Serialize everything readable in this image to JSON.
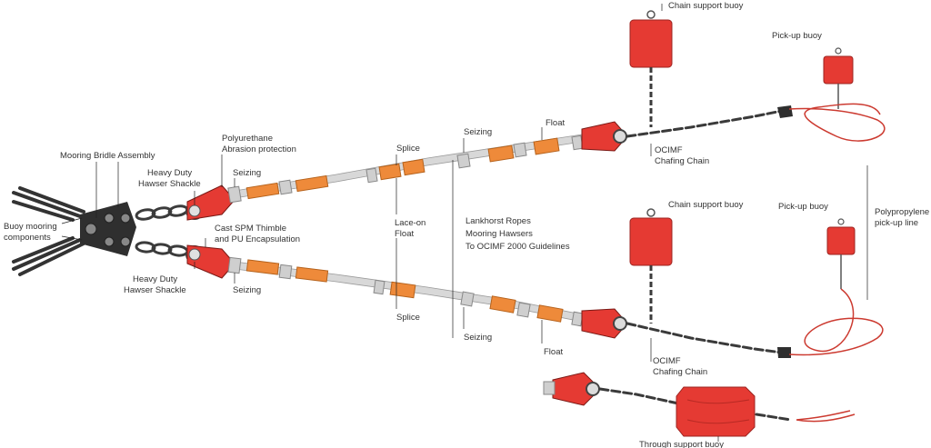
{
  "colors": {
    "buoy_red": "#e53a33",
    "float_orange": "#ee8a3a",
    "chain": "#3b3b3b",
    "rope": "#d8d8d8",
    "pickup_line": "#cc3a30",
    "label_text": "#333333"
  },
  "labels": {
    "mooring_bridle_assembly": "Mooring Bridle Assembly",
    "buoy_mooring_components_1": "Buoy mooring",
    "buoy_mooring_components_2": "components",
    "heavy_duty_top_1": "Heavy Duty",
    "heavy_duty_top_2": "Hawser Shackle",
    "heavy_duty_bottom_1": "Heavy Duty",
    "heavy_duty_bottom_2": "Hawser Shackle",
    "polyurethane_1": "Polyurethane",
    "polyurethane_2": "Abrasion protection",
    "seizing_top_left": "Seizing",
    "seizing_bottom_left": "Seizing",
    "seizing_top_mid": "Seizing",
    "seizing_bottom_mid": "Seizing",
    "cast_spm_1": "Cast SPM Thimble",
    "cast_spm_2": "and PU Encapsulation",
    "splice_top": "Splice",
    "splice_bottom": "Splice",
    "lace_on_float_1": "Lace-on",
    "lace_on_float_2": "Float",
    "lankhorst_1": "Lankhorst Ropes",
    "lankhorst_2": "Mooring Hawsers",
    "lankhorst_3": "To OCIMF 2000 Guidelines",
    "float_top": "Float",
    "float_bottom": "Float",
    "ocimf_top_1": "OCIMF",
    "ocimf_top_2": "Chafing Chain",
    "ocimf_bottom_1": "OCIMF",
    "ocimf_bottom_2": "Chafing Chain",
    "chain_support_buoy_top": "Chain support buoy",
    "chain_support_buoy_bottom": "Chain support buoy",
    "pick_up_buoy_top": "Pick-up buoy",
    "pick_up_buoy_bottom": "Pick-up buoy",
    "polypropylene_1": "Polypropylene",
    "polypropylene_2": "pick-up line",
    "through_support_buoy": "Through support buoy"
  }
}
